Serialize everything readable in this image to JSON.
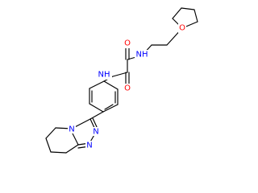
{
  "colors": {
    "background": "#ffffff",
    "bond": "#000000",
    "oxygen": "#ff0000",
    "nitrogen": "#0000ff"
  },
  "atoms": {
    "o_thf": "O",
    "nh_amide_right": "NH",
    "o_carbonyl_top": "O",
    "o_carbonyl_bottom": "O",
    "nh_amide_left": "NH",
    "n_triazole_bridge": "N",
    "n_triazole_a": "N",
    "n_triazole_b": "N"
  }
}
